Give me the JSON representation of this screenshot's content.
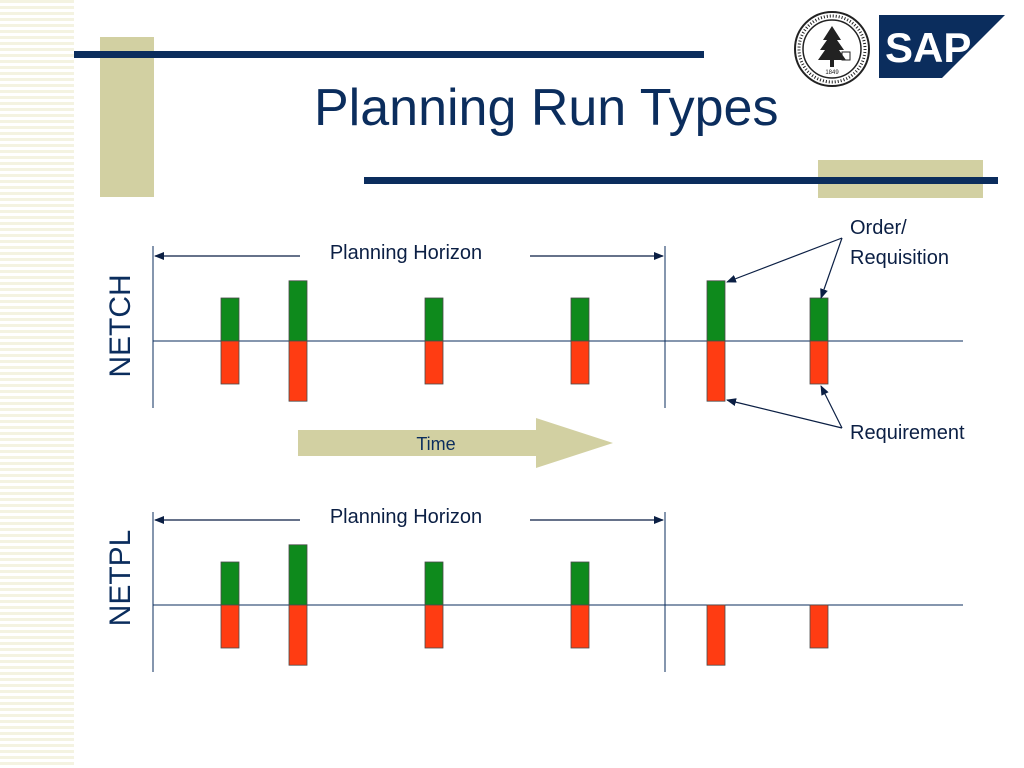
{
  "slide": {
    "title": "Planning Run Types"
  },
  "colors": {
    "navy": "#0b2d5d",
    "beige": "#d2d0a2",
    "order_green": "#0e8a1c",
    "requirement_red": "#ff3c12"
  },
  "logos": {
    "seal_year": "1849",
    "sap_text": "SAP"
  },
  "annotations": {
    "order_label_line1": "Order/",
    "order_label_line2": "Requisition",
    "requirement_label": "Requirement",
    "time_label": "Time"
  },
  "chart_data": [
    {
      "type": "bar",
      "series_label": "NETCH",
      "horizon_label": "Planning Horizon",
      "events": [
        {
          "time": 1,
          "order": 1.0,
          "requirement": 1.0
        },
        {
          "time": 2,
          "order": 1.4,
          "requirement": 1.4
        },
        {
          "time": 3,
          "order": 1.0,
          "requirement": 1.0
        },
        {
          "time": 4,
          "order": 1.0,
          "requirement": 1.0
        },
        {
          "time": 5,
          "order": 1.4,
          "requirement": 1.4
        },
        {
          "time": 6,
          "order": 1.0,
          "requirement": 1.0
        }
      ]
    },
    {
      "type": "bar",
      "series_label": "NETPL",
      "horizon_label": "Planning Horizon",
      "events": [
        {
          "time": 1,
          "order": 1.0,
          "requirement": 1.0
        },
        {
          "time": 2,
          "order": 1.4,
          "requirement": 1.4
        },
        {
          "time": 3,
          "order": 1.0,
          "requirement": 1.0
        },
        {
          "time": 4,
          "order": 1.0,
          "requirement": 1.0
        },
        {
          "time": 5,
          "order": 0,
          "requirement": 1.4
        },
        {
          "time": 6,
          "order": 0,
          "requirement": 1.0
        }
      ]
    }
  ]
}
